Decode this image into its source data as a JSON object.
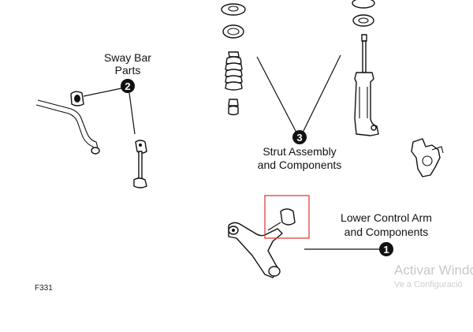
{
  "callouts": [
    {
      "number": "1",
      "lines": [
        "Lower Control Arm",
        "and Components"
      ]
    },
    {
      "number": "2",
      "lines": [
        "Sway Bar",
        "Parts"
      ]
    },
    {
      "number": "3",
      "lines": [
        "Strut Assembly",
        "and Components"
      ]
    }
  ],
  "figure_code": "F331",
  "highlight_color": "#e03030",
  "watermark": {
    "title": "Activar Windo",
    "subtitle": "Ve a Configuració"
  }
}
